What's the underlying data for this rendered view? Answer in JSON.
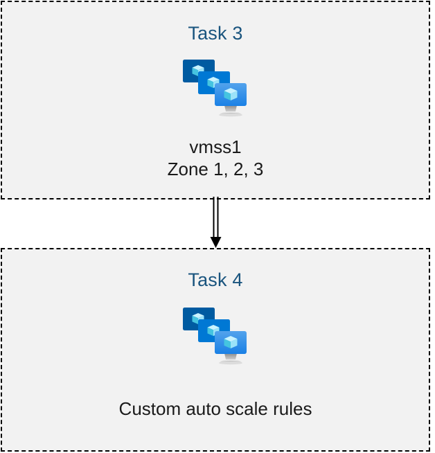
{
  "diagram": {
    "type": "flow",
    "background_color": "#FFFFFF",
    "box_fill_color": "#F2F2F2",
    "box_border_color": "#000000",
    "title_color": "#19547E",
    "caption_color": "#1A1A1A",
    "nodes": [
      {
        "id": "task3",
        "title": "Task 3",
        "icon": "azure-vm-scale-set-icon",
        "captions": [
          "vmss1",
          "Zone 1, 2, 3"
        ]
      },
      {
        "id": "task4",
        "title": "Task 4",
        "icon": "azure-vm-scale-set-icon",
        "captions": [
          "Custom auto scale rules"
        ]
      }
    ],
    "edges": [
      {
        "id": "task3-to-task4",
        "from": "task3",
        "to": "task4",
        "style": "double-line",
        "arrowhead": "solid-triangle",
        "color": "#000000"
      }
    ]
  },
  "icon_colors": {
    "monitor_back": "#005BA1",
    "monitor_middle": "#0078D4",
    "monitor_front_top": "#50A0E8",
    "monitor_front_bottom": "#1B81E5",
    "cube_light": "#C3F1FF",
    "cube_mid": "#9BE3F9",
    "cube_dark": "#32BEDD",
    "stand_dark": "#8A8A8A",
    "stand_light": "#D6D6D6"
  }
}
